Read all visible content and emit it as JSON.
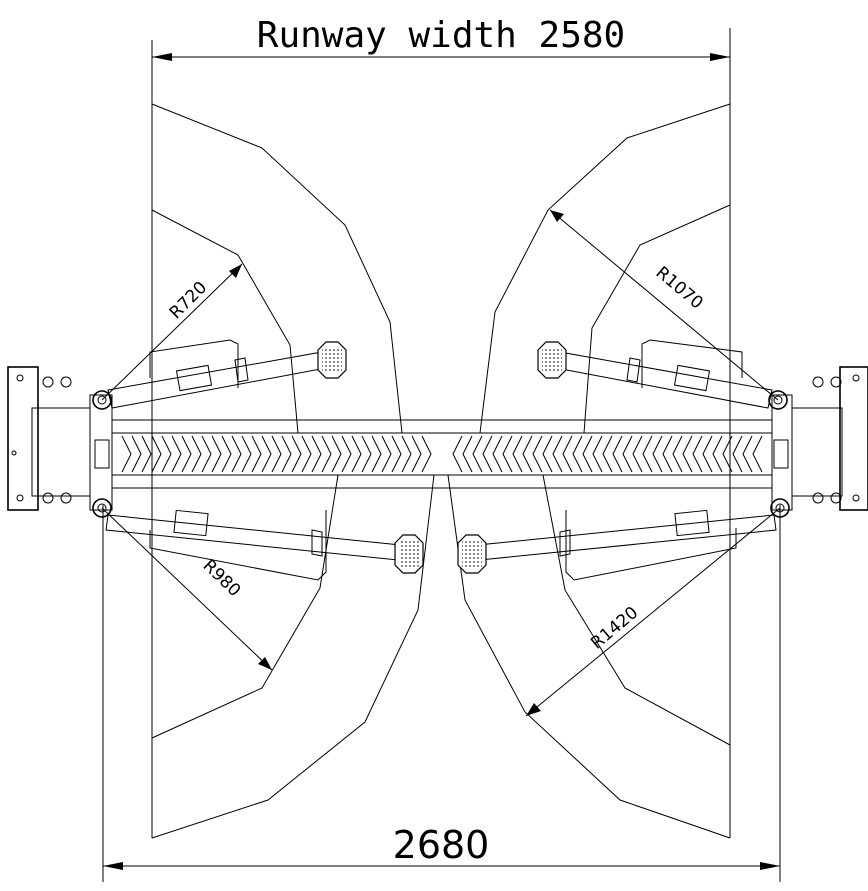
{
  "labels": {
    "runway_width": "Runway width 2580",
    "base_width": "2680",
    "r_top_left": "R720",
    "r_top_right": "R1070",
    "r_bottom_left": "R980",
    "r_bottom_right": "R1420"
  },
  "colors": {
    "line": "#000000",
    "background": "#ffffff"
  }
}
